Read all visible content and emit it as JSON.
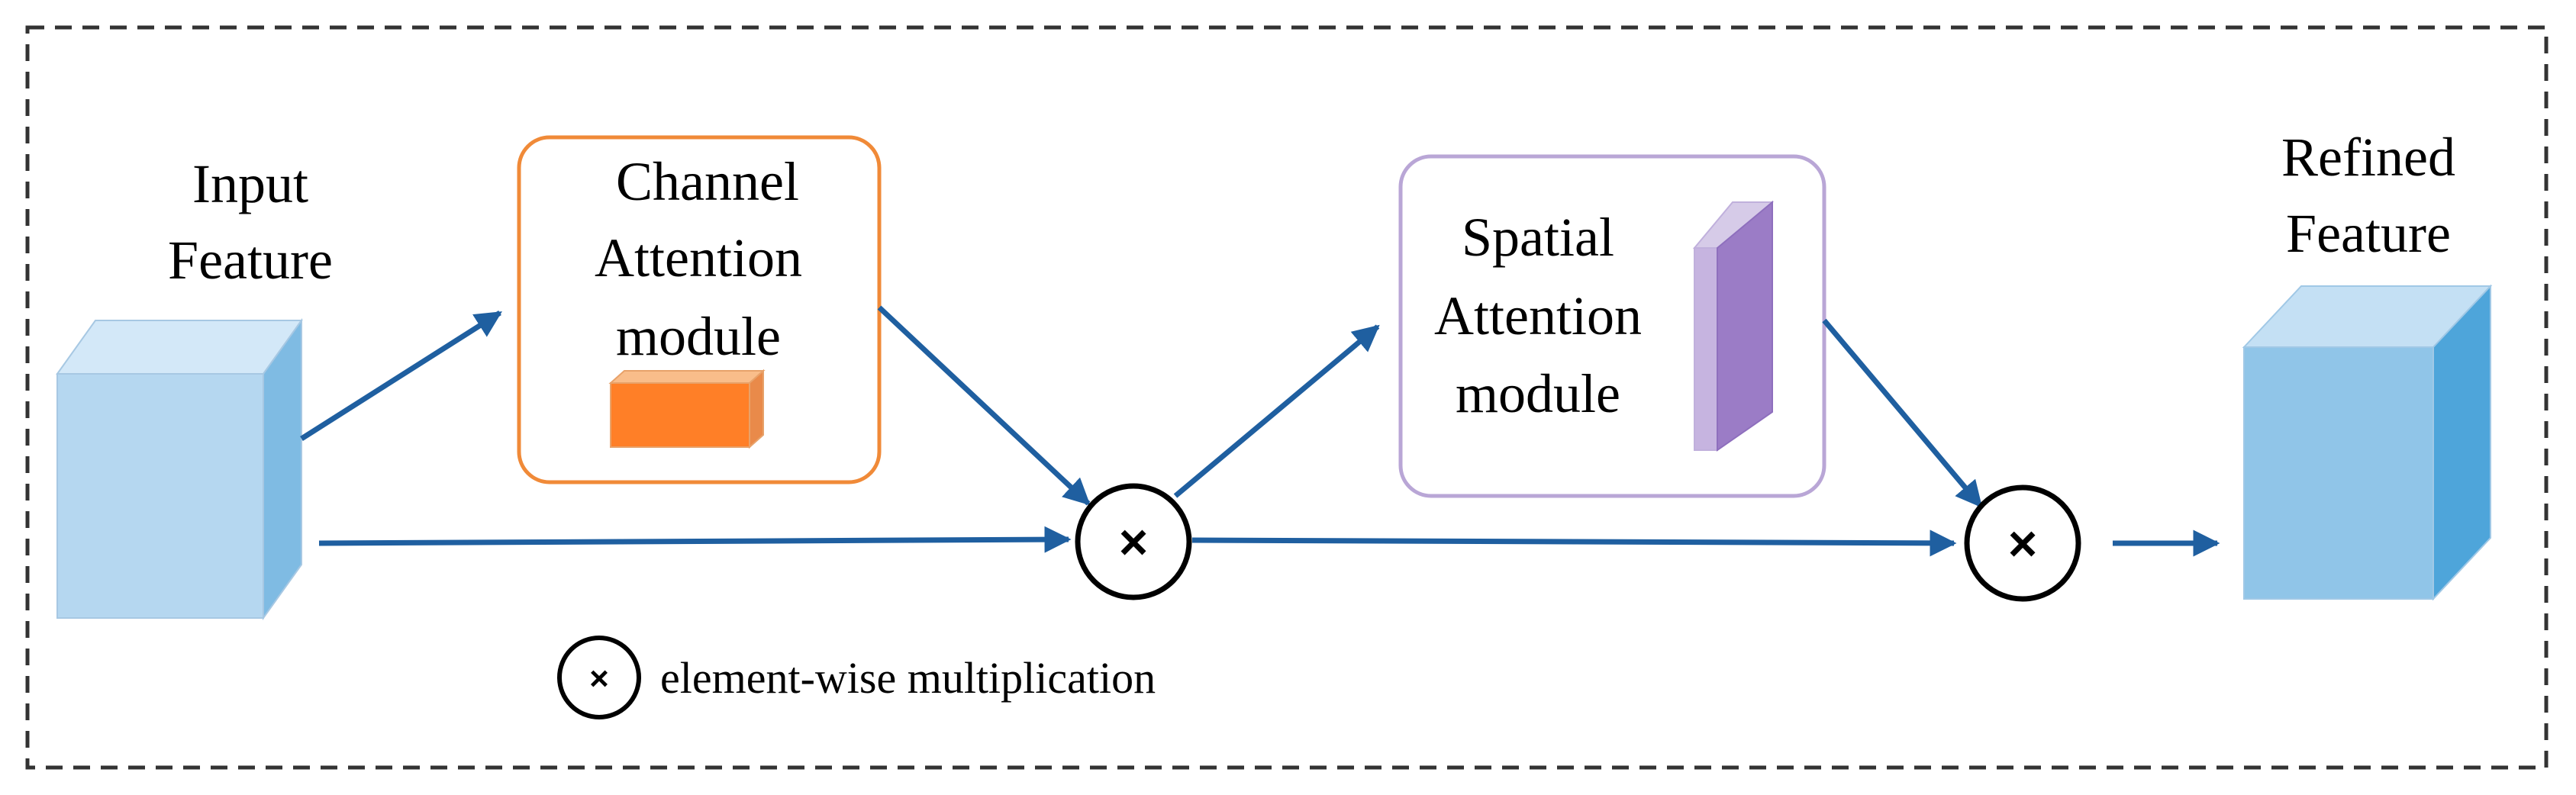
{
  "diagram": {
    "input_label": [
      "Input",
      "Feature"
    ],
    "channel_label": [
      "Channel",
      "Attention",
      "module"
    ],
    "spatial_label": [
      "Spatial",
      "Attention",
      "module"
    ],
    "refined_label": [
      "Refined",
      "Feature"
    ],
    "multiply_symbol": "×",
    "legend_text": "element-wise multiplication"
  },
  "colors": {
    "arrow": "#1f5fa0",
    "channel_border": "#f08a38",
    "channel_cube": "#ff7f27",
    "spatial_border": "#b9a6d6",
    "spatial_slab": "#9b7cc6",
    "input_cube": "#b5d7f0",
    "refined_cube": "#90c5e8",
    "frame": "#333333"
  }
}
